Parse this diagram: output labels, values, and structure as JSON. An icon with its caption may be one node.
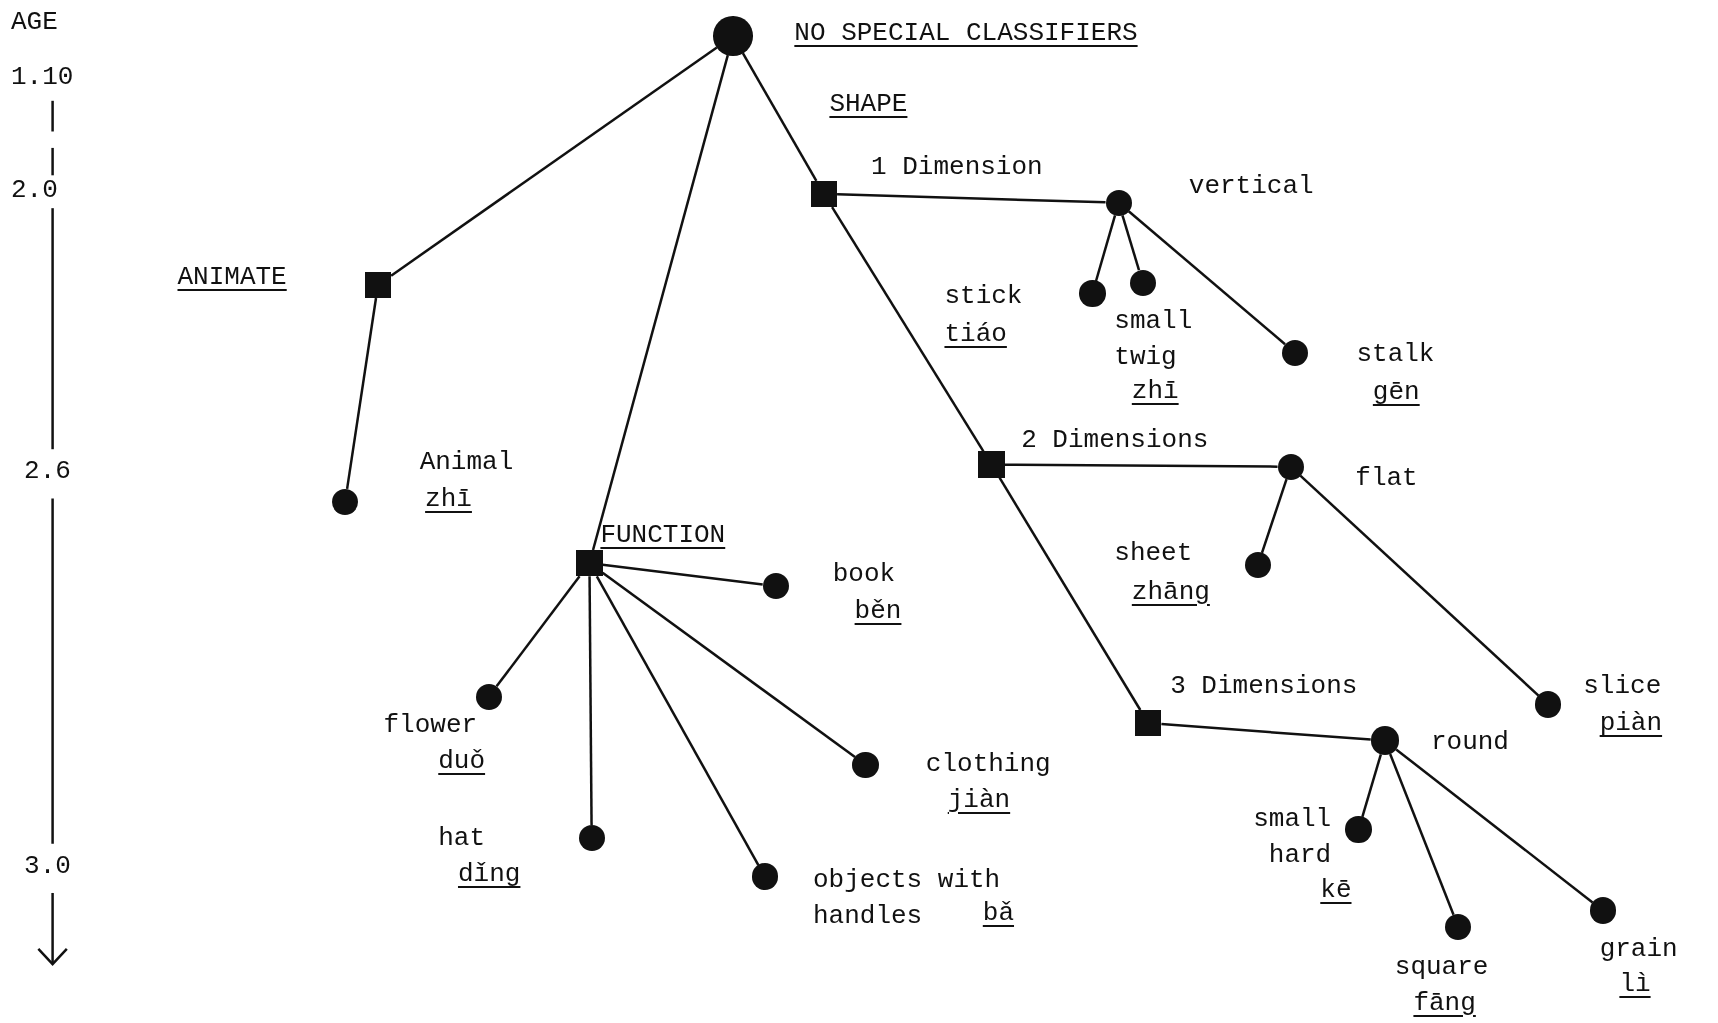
{
  "diagram": {
    "nodes": [
      {
        "text": [],
        "shape": "circle",
        "beside": [
          "NO SPECIAL CLASSIFIERS"
        ]
      },
      {
        "text": [],
        "shape": "box",
        "beside": [
          "ANIMATE"
        ]
      },
      {
        "text": [],
        "shape": "circle",
        "beside": [
          "Animal",
          "zhī"
        ]
      },
      {
        "text": [],
        "shape": "box",
        "beside": [
          "FUNCTION"
        ]
      },
      {
        "text": [],
        "shape": "circle",
        "beside": [
          "book",
          "běn"
        ]
      },
      {
        "text": [],
        "shape": "circle",
        "beside": [
          "flower",
          "duǒ"
        ]
      },
      {
        "text": [],
        "shape": "circle",
        "beside": [
          "clothing",
          "jiàn"
        ]
      },
      {
        "text": [],
        "shape": "circle",
        "beside": [
          "hat",
          "dǐng"
        ]
      },
      {
        "text": [],
        "shape": "circle",
        "beside": [
          "objects with handles",
          "bǎ"
        ]
      },
      {
        "text": [],
        "shape": "box",
        "beside": [
          "1 Dimension"
        ]
      },
      {
        "text": [],
        "shape": "circle",
        "beside": [
          "vertical"
        ]
      },
      {
        "text": [],
        "shape": "circle",
        "beside": [
          "stick",
          "tiáo"
        ]
      },
      {
        "text": [],
        "shape": "circle",
        "beside": [
          "small twig",
          "zhī"
        ]
      },
      {
        "text": [],
        "shape": "circle",
        "beside": [
          "stalk",
          "gēn"
        ]
      },
      {
        "text": [],
        "shape": "box",
        "beside": [
          "2 Dimensions"
        ]
      },
      {
        "text": [],
        "shape": "circle",
        "beside": [
          "flat"
        ]
      },
      {
        "text": [],
        "shape": "circle",
        "beside": [
          "sheet",
          "zhāng"
        ]
      },
      {
        "text": [],
        "shape": "circle",
        "beside": [
          "slice",
          "piàn"
        ]
      },
      {
        "text": [],
        "shape": "box",
        "beside": [
          "3 Dimensions"
        ]
      },
      {
        "text": [],
        "shape": "circle",
        "beside": [
          "round"
        ]
      },
      {
        "text": [],
        "shape": "circle",
        "beside": [
          "small hard",
          "kē"
        ]
      },
      {
        "text": [],
        "shape": "circle",
        "beside": [
          "square",
          "fāng"
        ]
      },
      {
        "text": [],
        "shape": "circle",
        "beside": [
          "grain",
          "lì"
        ]
      }
    ],
    "edges": [
      {
        "from": 0,
        "to": 1,
        "arrow": "none"
      },
      {
        "from": 1,
        "to": 2,
        "arrow": "none"
      },
      {
        "from": 0,
        "to": 3,
        "arrow": "none"
      },
      {
        "from": 3,
        "to": 4,
        "arrow": "none"
      },
      {
        "from": 3,
        "to": 5,
        "arrow": "none"
      },
      {
        "from": 3,
        "to": 6,
        "arrow": "none"
      },
      {
        "from": 3,
        "to": 7,
        "arrow": "none"
      },
      {
        "from": 3,
        "to": 8,
        "arrow": "none"
      },
      {
        "from": 0,
        "to": 9,
        "label": "SHAPE",
        "arrow": "none"
      },
      {
        "from": 9,
        "to": 10,
        "arrow": "none"
      },
      {
        "from": 10,
        "to": 11,
        "arrow": "none"
      },
      {
        "from": 10,
        "to": 12,
        "arrow": "none"
      },
      {
        "from": 10,
        "to": 13,
        "arrow": "none"
      },
      {
        "from": 9,
        "to": 14,
        "arrow": "none"
      },
      {
        "from": 14,
        "to": 15,
        "arrow": "none"
      },
      {
        "from": 15,
        "to": 16,
        "arrow": "none"
      },
      {
        "from": 15,
        "to": 17,
        "arrow": "none"
      },
      {
        "from": 14,
        "to": 18,
        "arrow": "none"
      },
      {
        "from": 18,
        "to": 19,
        "arrow": "none"
      },
      {
        "from": 19,
        "to": 20,
        "arrow": "none"
      },
      {
        "from": 19,
        "to": 21,
        "arrow": "none"
      },
      {
        "from": 19,
        "to": 22,
        "arrow": "none"
      }
    ],
    "labels": [
      "AGE",
      "1.10",
      "2.0",
      "2.6",
      "3.0"
    ]
  }
}
